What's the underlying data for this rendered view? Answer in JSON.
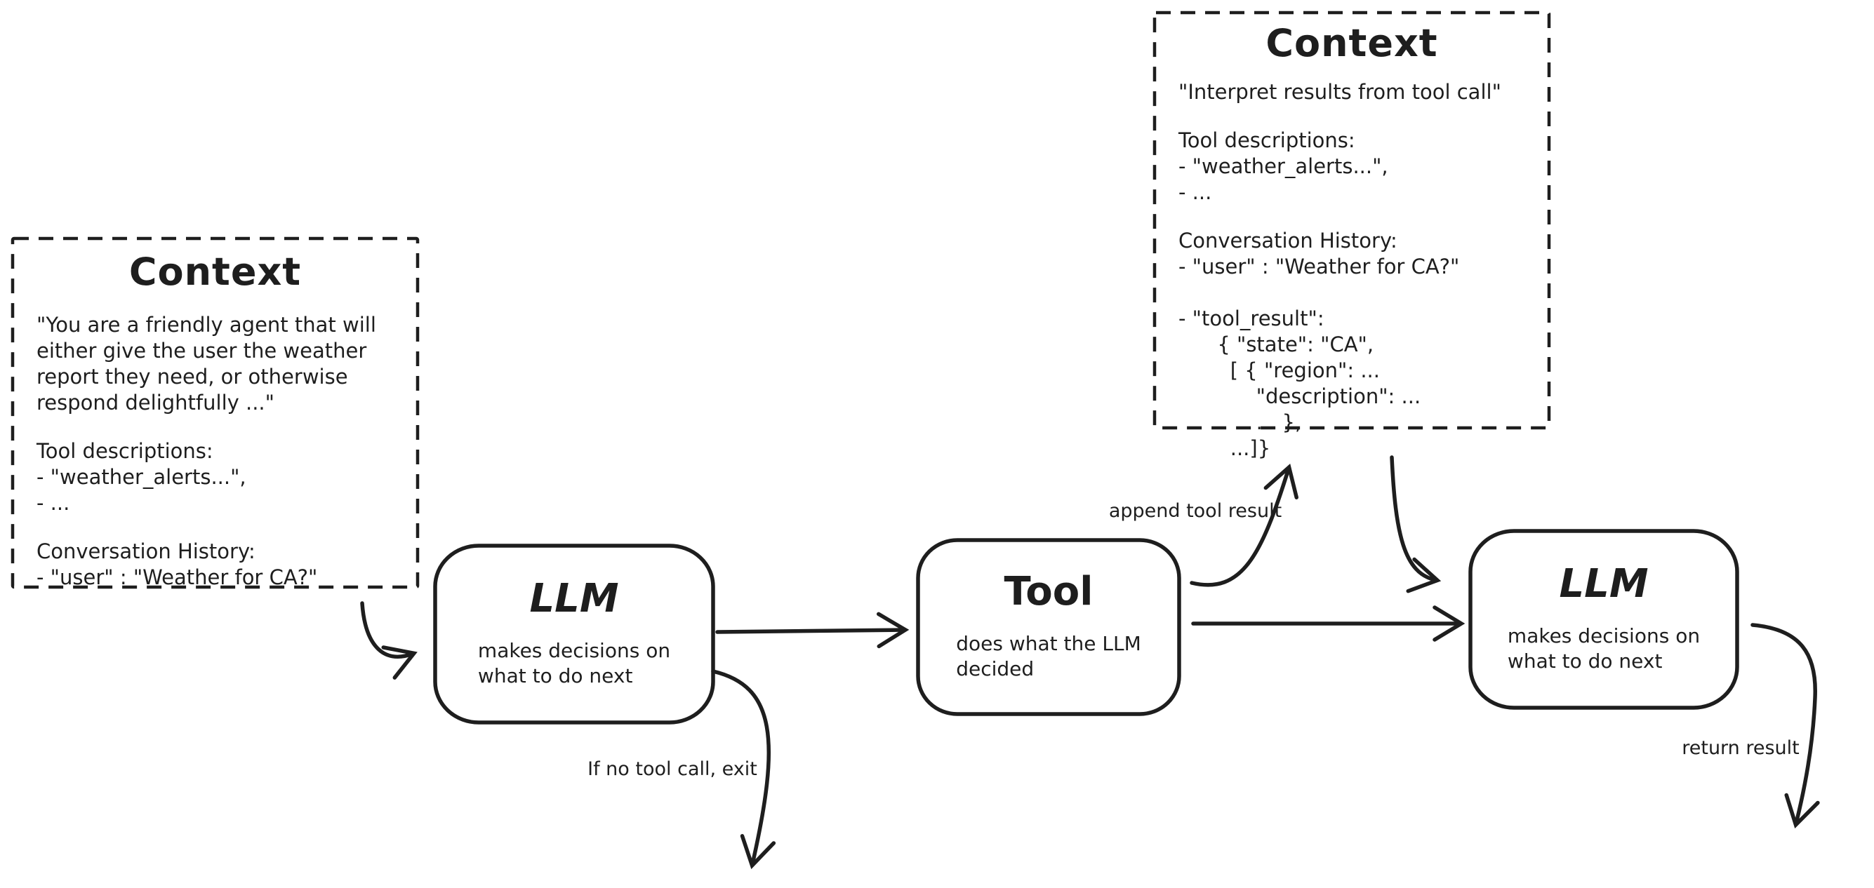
{
  "colors": {
    "ink": "#1e1e1e",
    "background": "#ffffff"
  },
  "left_context": {
    "title": "Context",
    "system_prompt": "\"You are a friendly agent that will\neither give the user the weather\nreport they need, or otherwise\nrespond delightfully ...\"",
    "tool_descriptions": "Tool descriptions:\n- \"weather_alerts...\",\n- ...",
    "conversation_history": "Conversation History:\n- \"user\" : \"Weather for CA?\""
  },
  "right_context": {
    "title": "Context",
    "system_prompt": "\"Interpret results from tool call\"",
    "tool_descriptions": "Tool descriptions:\n- \"weather_alerts...\",\n- ...",
    "conversation_history": "Conversation History:\n- \"user\" : \"Weather for CA?\"\n\n- \"tool_result\":\n      { \"state\": \"CA\",\n        [ { \"region\": ...\n            \"description\": ...\n            ... },\n        ...]}"
  },
  "nodes": {
    "llm1": {
      "title": "LLM",
      "description": "makes decisions on\nwhat to do next"
    },
    "tool": {
      "title": "Tool",
      "description": "does what the LLM\ndecided"
    },
    "llm2": {
      "title": "LLM",
      "description": "makes decisions on\nwhat to do next"
    }
  },
  "edge_labels": {
    "append_tool_result": "append tool result",
    "if_no_tool_call_exit": "If no tool call, exit",
    "return_result": "return result"
  }
}
